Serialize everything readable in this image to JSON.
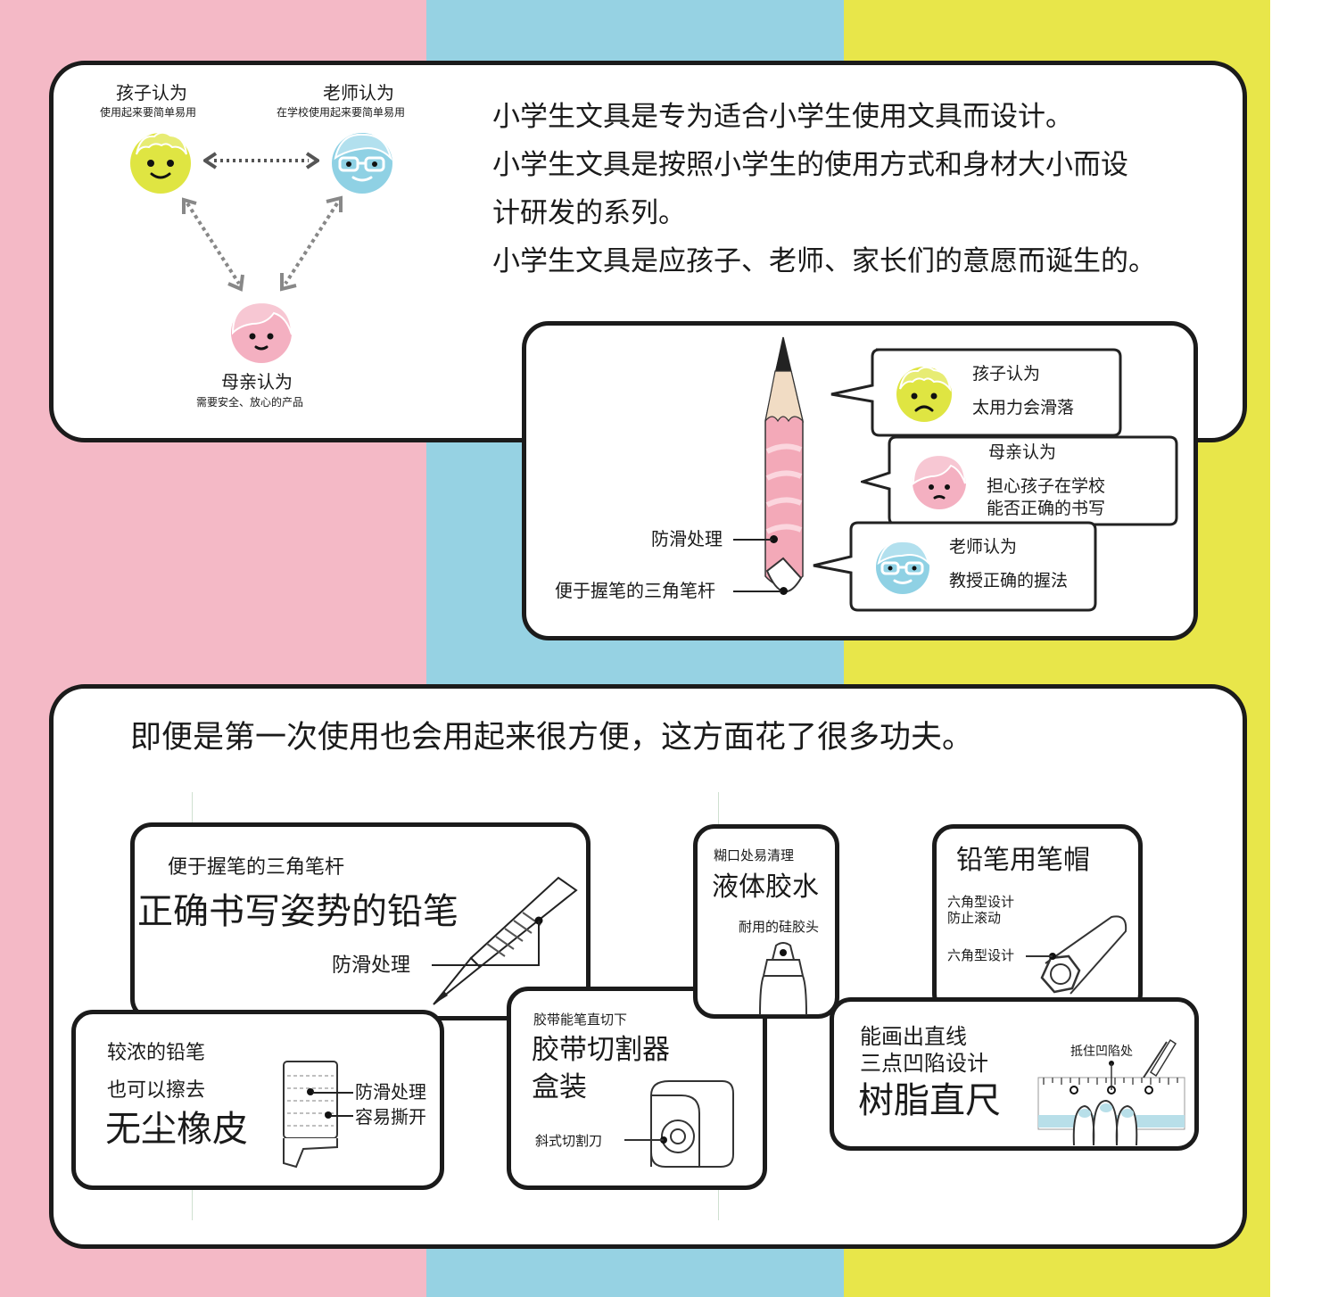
{
  "colors": {
    "pink": "#f4b9c6",
    "blue": "#96d2e3",
    "yellow": "#e8e64a",
    "face_yellow": "#dfe542",
    "face_blue": "#8fd1e4",
    "face_pink": "#f4b0c1",
    "pencil_pink": "#f3a9b8"
  },
  "top": {
    "triangle": {
      "child": {
        "title": "孩子认为",
        "desc": "使用起来要简单易用",
        "icon": "child-face-icon"
      },
      "teacher": {
        "title": "老师认为",
        "desc": "在学校使用起来要简单易用",
        "icon": "teacher-face-icon"
      },
      "mother": {
        "title": "母亲认为",
        "desc": "需要安全、放心的产品",
        "icon": "mother-face-icon"
      }
    },
    "intro": [
      "小学生文具是专为适合小学生使用文具而设计。",
      "小学生文具是按照小学生的使用方式和身材大小而设",
      "计研发的系列。",
      "小学生文具是应孩子、老师、家长们的意愿而诞生的。"
    ],
    "pencil_panel": {
      "label_grip": "防滑处理",
      "label_triangle": "便于握笔的三角笔杆",
      "bubbles": [
        {
          "title": "孩子认为",
          "text": "太用力会滑落",
          "icon": "sad-child-face-icon"
        },
        {
          "title": "母亲认为",
          "text": "担心孩子在学校",
          "text2": "能否正确的书写",
          "icon": "worried-mother-face-icon"
        },
        {
          "title": "老师认为",
          "text": "教授正确的握法",
          "icon": "teacher-face-icon"
        }
      ]
    }
  },
  "bottom": {
    "headline": "即便是第一次使用也会用起来很方便，这方面花了很多功夫。",
    "pencil": {
      "sub": "便于握笔的三角笔杆",
      "title": "正确书写姿势的铅笔",
      "callout": "防滑处理"
    },
    "eraser": {
      "line1": "较浓的铅笔",
      "line2": "也可以擦去",
      "title": "无尘橡皮",
      "callout1": "防滑处理",
      "callout2": "容易撕开"
    },
    "tape": {
      "sub": "胶带能笔直切下",
      "title1": "胶带切割器",
      "title2": "盒装",
      "callout": "斜式切割刀"
    },
    "glue": {
      "sub": "糊口处易清理",
      "title": "液体胶水",
      "callout": "耐用的硅胶头"
    },
    "cap": {
      "title": "铅笔用笔帽",
      "sub1": "六角型设计",
      "sub2": "防止滚动",
      "callout": "六角型设计"
    },
    "ruler": {
      "line1": "能画出直线",
      "line2": "三点凹陷设计",
      "title": "树脂直尺",
      "callout": "抵住凹陷处"
    }
  }
}
